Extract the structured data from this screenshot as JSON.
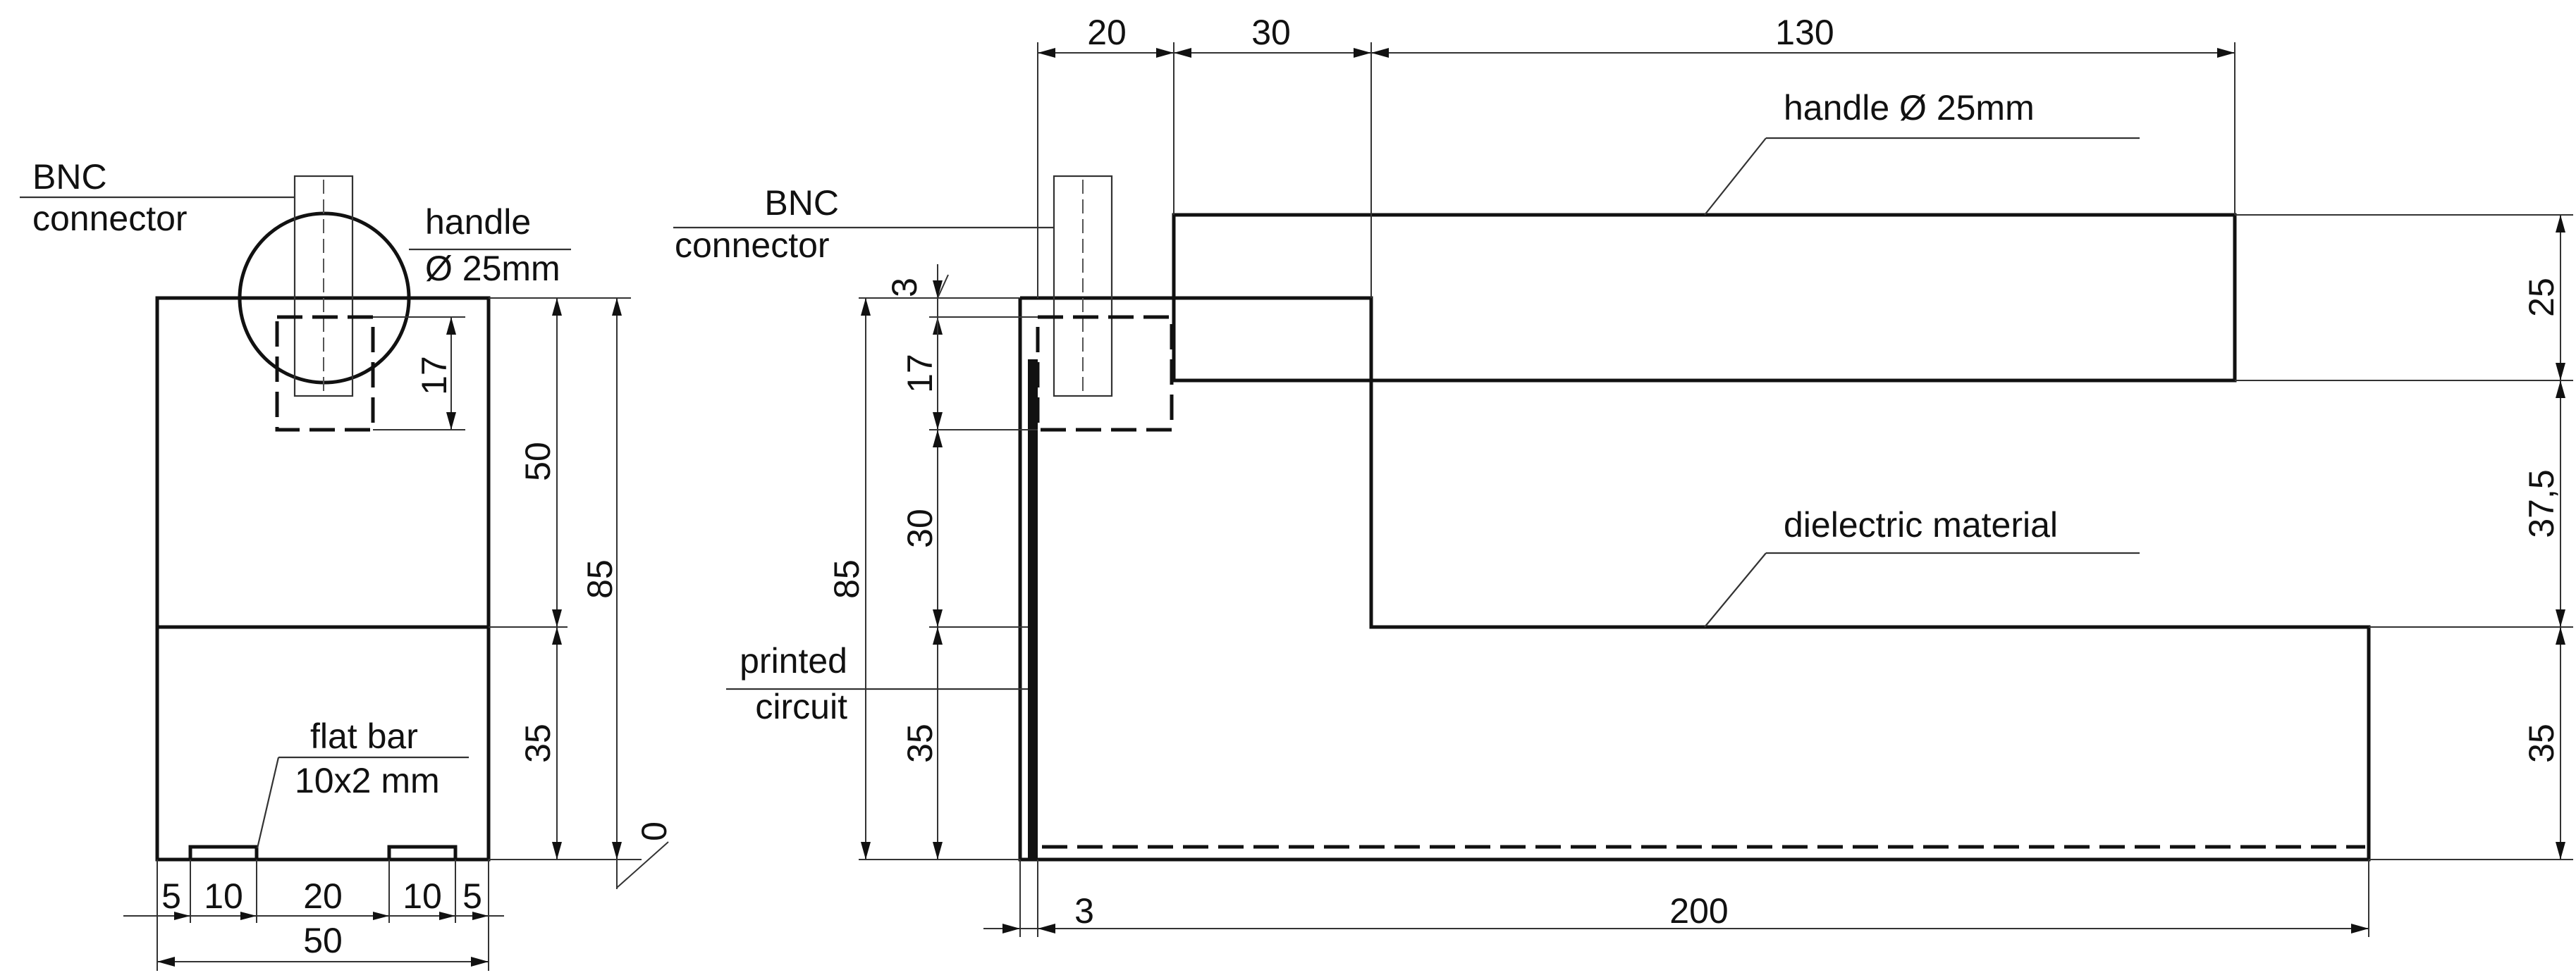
{
  "colors": {
    "line": "#111111",
    "background": "#ffffff"
  },
  "side_view": {
    "labels": {
      "bnc_line1": "BNC",
      "bnc_line2": "connector",
      "handle_line1": "handle",
      "handle_line2": "Ø 25mm",
      "flat_bar_line1": "flat bar",
      "flat_bar_line2": "10x2 mm"
    },
    "dims": {
      "connector_depth": "17",
      "upper_height": "50",
      "total_height": "85",
      "lower_height": "35",
      "bottom_ref": "0",
      "w_5_left": "5",
      "w_10_left": "10",
      "w_20_mid": "20",
      "w_10_right": "10",
      "w_5_right": "5",
      "total_width": "50"
    }
  },
  "front_view": {
    "labels": {
      "bnc_line1": "BNC",
      "bnc_line2": "connector",
      "handle": "handle Ø 25mm",
      "dielectric": "dielectric material",
      "pcb_line1": "printed",
      "pcb_line2": "circuit"
    },
    "dims": {
      "top_20": "20",
      "top_30": "30",
      "top_130": "130",
      "offset_3_top": "3",
      "connector_17": "17",
      "step_30": "30",
      "lower_35_left": "35",
      "total_85": "85",
      "handle_25": "25",
      "gap_37_5": "37,5",
      "lower_35_right": "35",
      "thickness_3": "3",
      "length_200": "200"
    }
  }
}
